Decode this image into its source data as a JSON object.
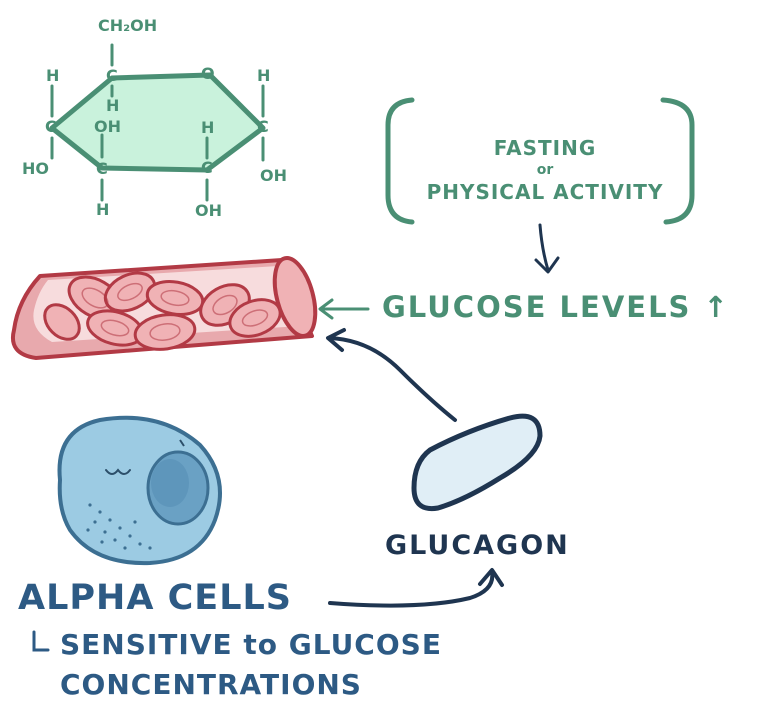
{
  "colors": {
    "green": "#4a8f74",
    "green_fill": "#c9f2dc",
    "navy": "#1f3550",
    "blue_text": "#2d5a84",
    "vessel_fill": "#e8a9ad",
    "vessel_stroke": "#b23a45",
    "rbc_fill": "#f0b2b5",
    "cell_fill": "#9ccbe3",
    "cell_stroke": "#3c6f92",
    "pill_fill": "#e0eef6"
  },
  "molecule": {
    "ch2oh": "CH₂OH",
    "c1": "C",
    "o_ring": "O",
    "h_top_right": "H",
    "c_right": "C",
    "oh_right": "OH",
    "h_c4": "H",
    "c4": "C",
    "oh_c4": "OH",
    "h_under_c1": "H",
    "oh_c3": "OH",
    "c3": "C",
    "h_c3": "H",
    "h_left": "H",
    "c_left": "C",
    "ho_left": "HO"
  },
  "labels": {
    "fasting": "FASTING",
    "or": "or",
    "physical_activity": "PHYSICAL ACTIVITY",
    "glucose_levels": "GLUCOSE LEVELS ↑",
    "glucagon": "GLUCAGON",
    "alpha_cells": "ALPHA CELLS",
    "sensitive": "SENSITIVE to GLUCOSE",
    "concentrations": "CONCENTRATIONS",
    "corner_mark": "L"
  }
}
